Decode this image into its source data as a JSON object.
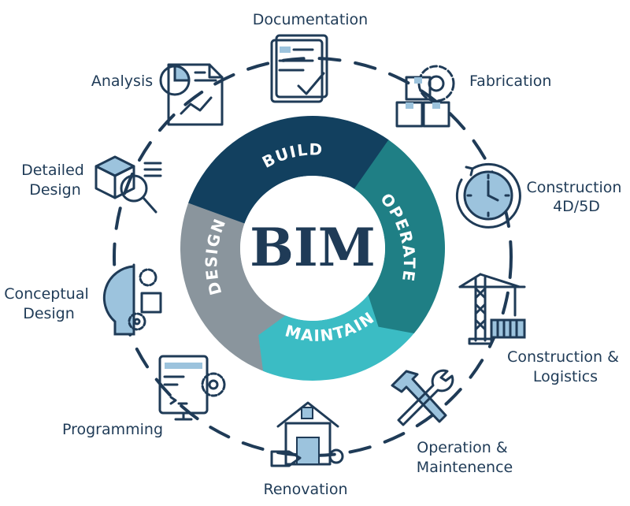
{
  "center": {
    "label": "BIM"
  },
  "cycle": [
    {
      "label": "BUILD",
      "color": "#12405f"
    },
    {
      "label": "OPERATE",
      "color": "#1f7f85"
    },
    {
      "label": "MAINTAIN",
      "color": "#3bbcc4"
    },
    {
      "label": "DESIGN",
      "color": "#8a959d"
    }
  ],
  "stages": [
    {
      "lines": [
        "Documentation"
      ],
      "icon": "documentation-icon"
    },
    {
      "lines": [
        "Fabrication"
      ],
      "icon": "fabrication-icon"
    },
    {
      "lines": [
        "Construction",
        "4D/5D"
      ],
      "icon": "construction-4d5d-clock-icon"
    },
    {
      "lines": [
        "Construction &",
        "Logistics"
      ],
      "icon": "crane-icon"
    },
    {
      "lines": [
        "Operation &",
        "Maintenence"
      ],
      "icon": "hammer-wrench-icon"
    },
    {
      "lines": [
        "Renovation"
      ],
      "icon": "house-renovation-icon"
    },
    {
      "lines": [
        "Programming"
      ],
      "icon": "computer-gear-icon"
    },
    {
      "lines": [
        "Conceptual",
        "Design"
      ],
      "icon": "head-gears-icon"
    },
    {
      "lines": [
        "Detailed",
        "Design"
      ],
      "icon": "cube-magnifier-icon"
    },
    {
      "lines": [
        "Analysis"
      ],
      "icon": "analysis-chart-icon"
    }
  ],
  "colors": {
    "text": "#1f3b57",
    "accent": "#9cc3dd"
  }
}
